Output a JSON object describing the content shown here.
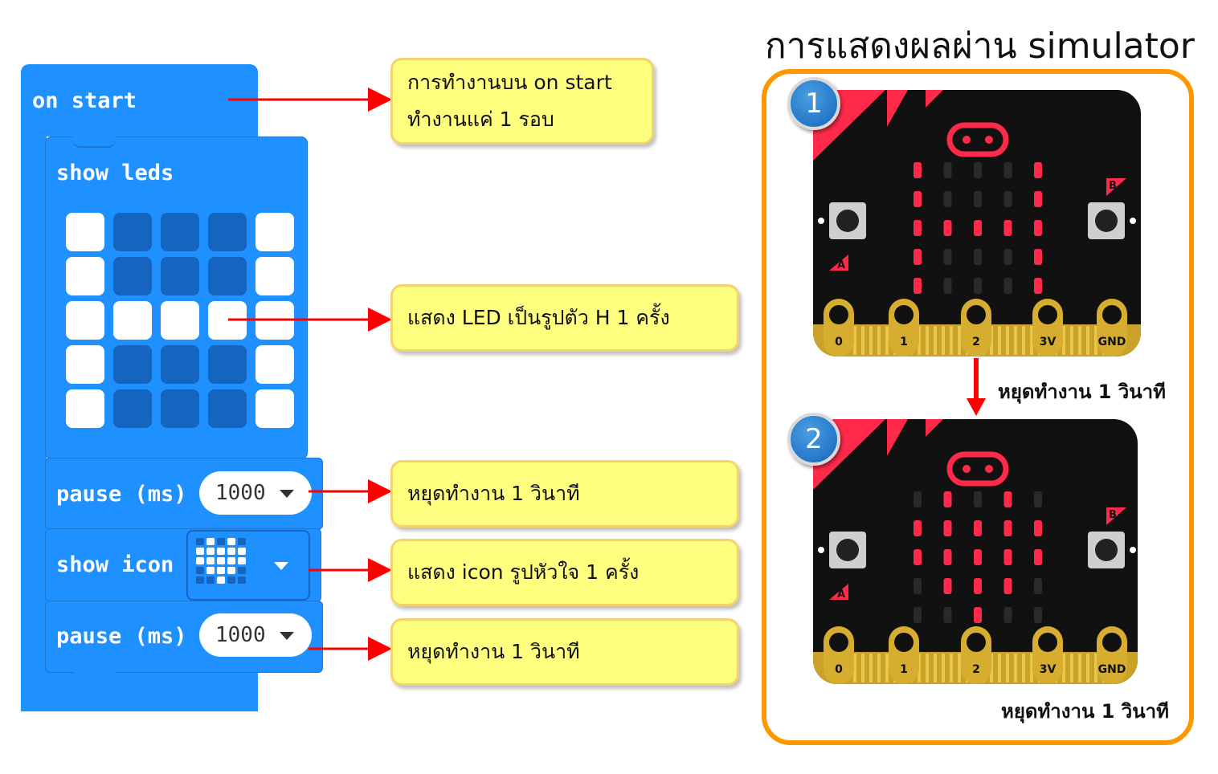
{
  "blocks": {
    "on_start": "on start",
    "show_leds": "show leds",
    "pause1_label": "pause (ms)",
    "pause1_value": "1000",
    "show_icon": "show icon",
    "pause2_label": "pause (ms)",
    "pause2_value": "1000",
    "leds": [
      [
        1,
        0,
        0,
        0,
        1
      ],
      [
        1,
        0,
        0,
        0,
        1
      ],
      [
        1,
        1,
        1,
        1,
        1
      ],
      [
        1,
        0,
        0,
        0,
        1
      ],
      [
        1,
        0,
        0,
        0,
        1
      ]
    ]
  },
  "notes": {
    "on_start_line1": "การทำงานบน on start",
    "on_start_line2": "ทำงานแค่ 1 รอบ",
    "show_leds": "แสดง LED เป็นรูปตัว H 1 ครั้ง",
    "pause1": "หยุดทำงาน 1 วินาที",
    "show_icon": "แสดง icon รูปหัวใจ 1 ครั้ง",
    "pause2": "หยุดทำงาน 1 วินาที"
  },
  "simulator": {
    "title": "การแสดงผลผ่าน simulator",
    "step1": "1",
    "step2": "2",
    "caption1": "หยุดทำงาน 1 วินาที",
    "caption2": "หยุดทำงาน 1 วินาที",
    "pins": [
      "0",
      "1",
      "2",
      "3V",
      "GND"
    ],
    "button_a": "A",
    "button_b": "B",
    "h_pattern": [
      [
        1,
        0,
        0,
        0,
        1
      ],
      [
        1,
        0,
        0,
        0,
        1
      ],
      [
        1,
        1,
        1,
        1,
        1
      ],
      [
        1,
        0,
        0,
        0,
        1
      ],
      [
        1,
        0,
        0,
        0,
        1
      ]
    ],
    "heart_pattern": [
      [
        0,
        1,
        0,
        1,
        0
      ],
      [
        1,
        1,
        1,
        1,
        1
      ],
      [
        1,
        1,
        1,
        1,
        1
      ],
      [
        0,
        1,
        1,
        1,
        0
      ],
      [
        0,
        0,
        1,
        0,
        0
      ]
    ]
  },
  "colors": {
    "block": "#1e90ff",
    "note_bg": "#ffff7f",
    "arrow": "#ff0000",
    "panel_border": "#ff9800",
    "led_red": "#ff2a4a"
  }
}
